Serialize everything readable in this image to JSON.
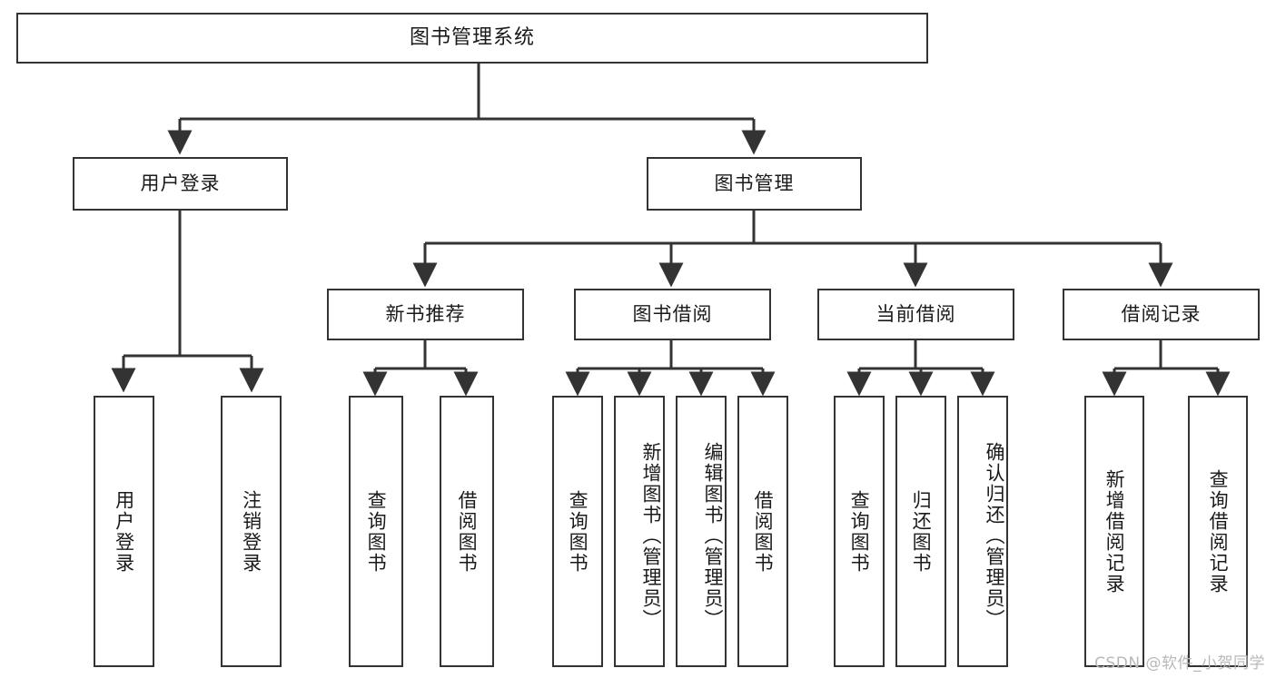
{
  "diagram": {
    "title": "图书管理系统",
    "type": "tree-hierarchy-chart",
    "orientation": "top-down",
    "colors": {
      "node_border": "#333333",
      "node_fill": "#ffffff",
      "edge": "#333333",
      "text": "#1a1a1a",
      "watermark": "#b8b8b8",
      "background": "#ffffff"
    },
    "root": {
      "id": "root",
      "label": "图书管理系统"
    },
    "level2": [
      {
        "id": "user-login",
        "label": "用户登录"
      },
      {
        "id": "book-management",
        "label": "图书管理"
      }
    ],
    "level3": [
      {
        "id": "new-book-recommend",
        "label": "新书推荐",
        "parent": "book-management"
      },
      {
        "id": "book-borrow",
        "label": "图书借阅",
        "parent": "book-management"
      },
      {
        "id": "current-borrow",
        "label": "当前借阅",
        "parent": "book-management"
      },
      {
        "id": "borrow-record",
        "label": "借阅记录",
        "parent": "book-management"
      }
    ],
    "leaves": {
      "user-login": [
        {
          "id": "leaf-user-login",
          "label": "用户登录"
        },
        {
          "id": "leaf-user-logout",
          "label": "注销登录"
        }
      ],
      "new-book-recommend": [
        {
          "id": "leaf-query-book-1",
          "label": "查询图书"
        },
        {
          "id": "leaf-borrow-book-1",
          "label": "借阅图书"
        }
      ],
      "book-borrow": [
        {
          "id": "leaf-query-book-2",
          "label": "查询图书"
        },
        {
          "id": "leaf-add-book",
          "label": "新增图书（管理员）"
        },
        {
          "id": "leaf-edit-book",
          "label": "编辑图书（管理员）"
        },
        {
          "id": "leaf-borrow-book-2",
          "label": "借阅图书"
        }
      ],
      "current-borrow": [
        {
          "id": "leaf-query-book-3",
          "label": "查询图书"
        },
        {
          "id": "leaf-return-book",
          "label": "归还图书"
        },
        {
          "id": "leaf-confirm-return",
          "label": "确认归还（管理员）"
        }
      ],
      "borrow-record": [
        {
          "id": "leaf-add-record",
          "label": "新增借阅记录"
        },
        {
          "id": "leaf-query-record",
          "label": "查询借阅记录"
        }
      ]
    }
  },
  "watermark": {
    "text": "CSDN @软件_小贺同学"
  }
}
